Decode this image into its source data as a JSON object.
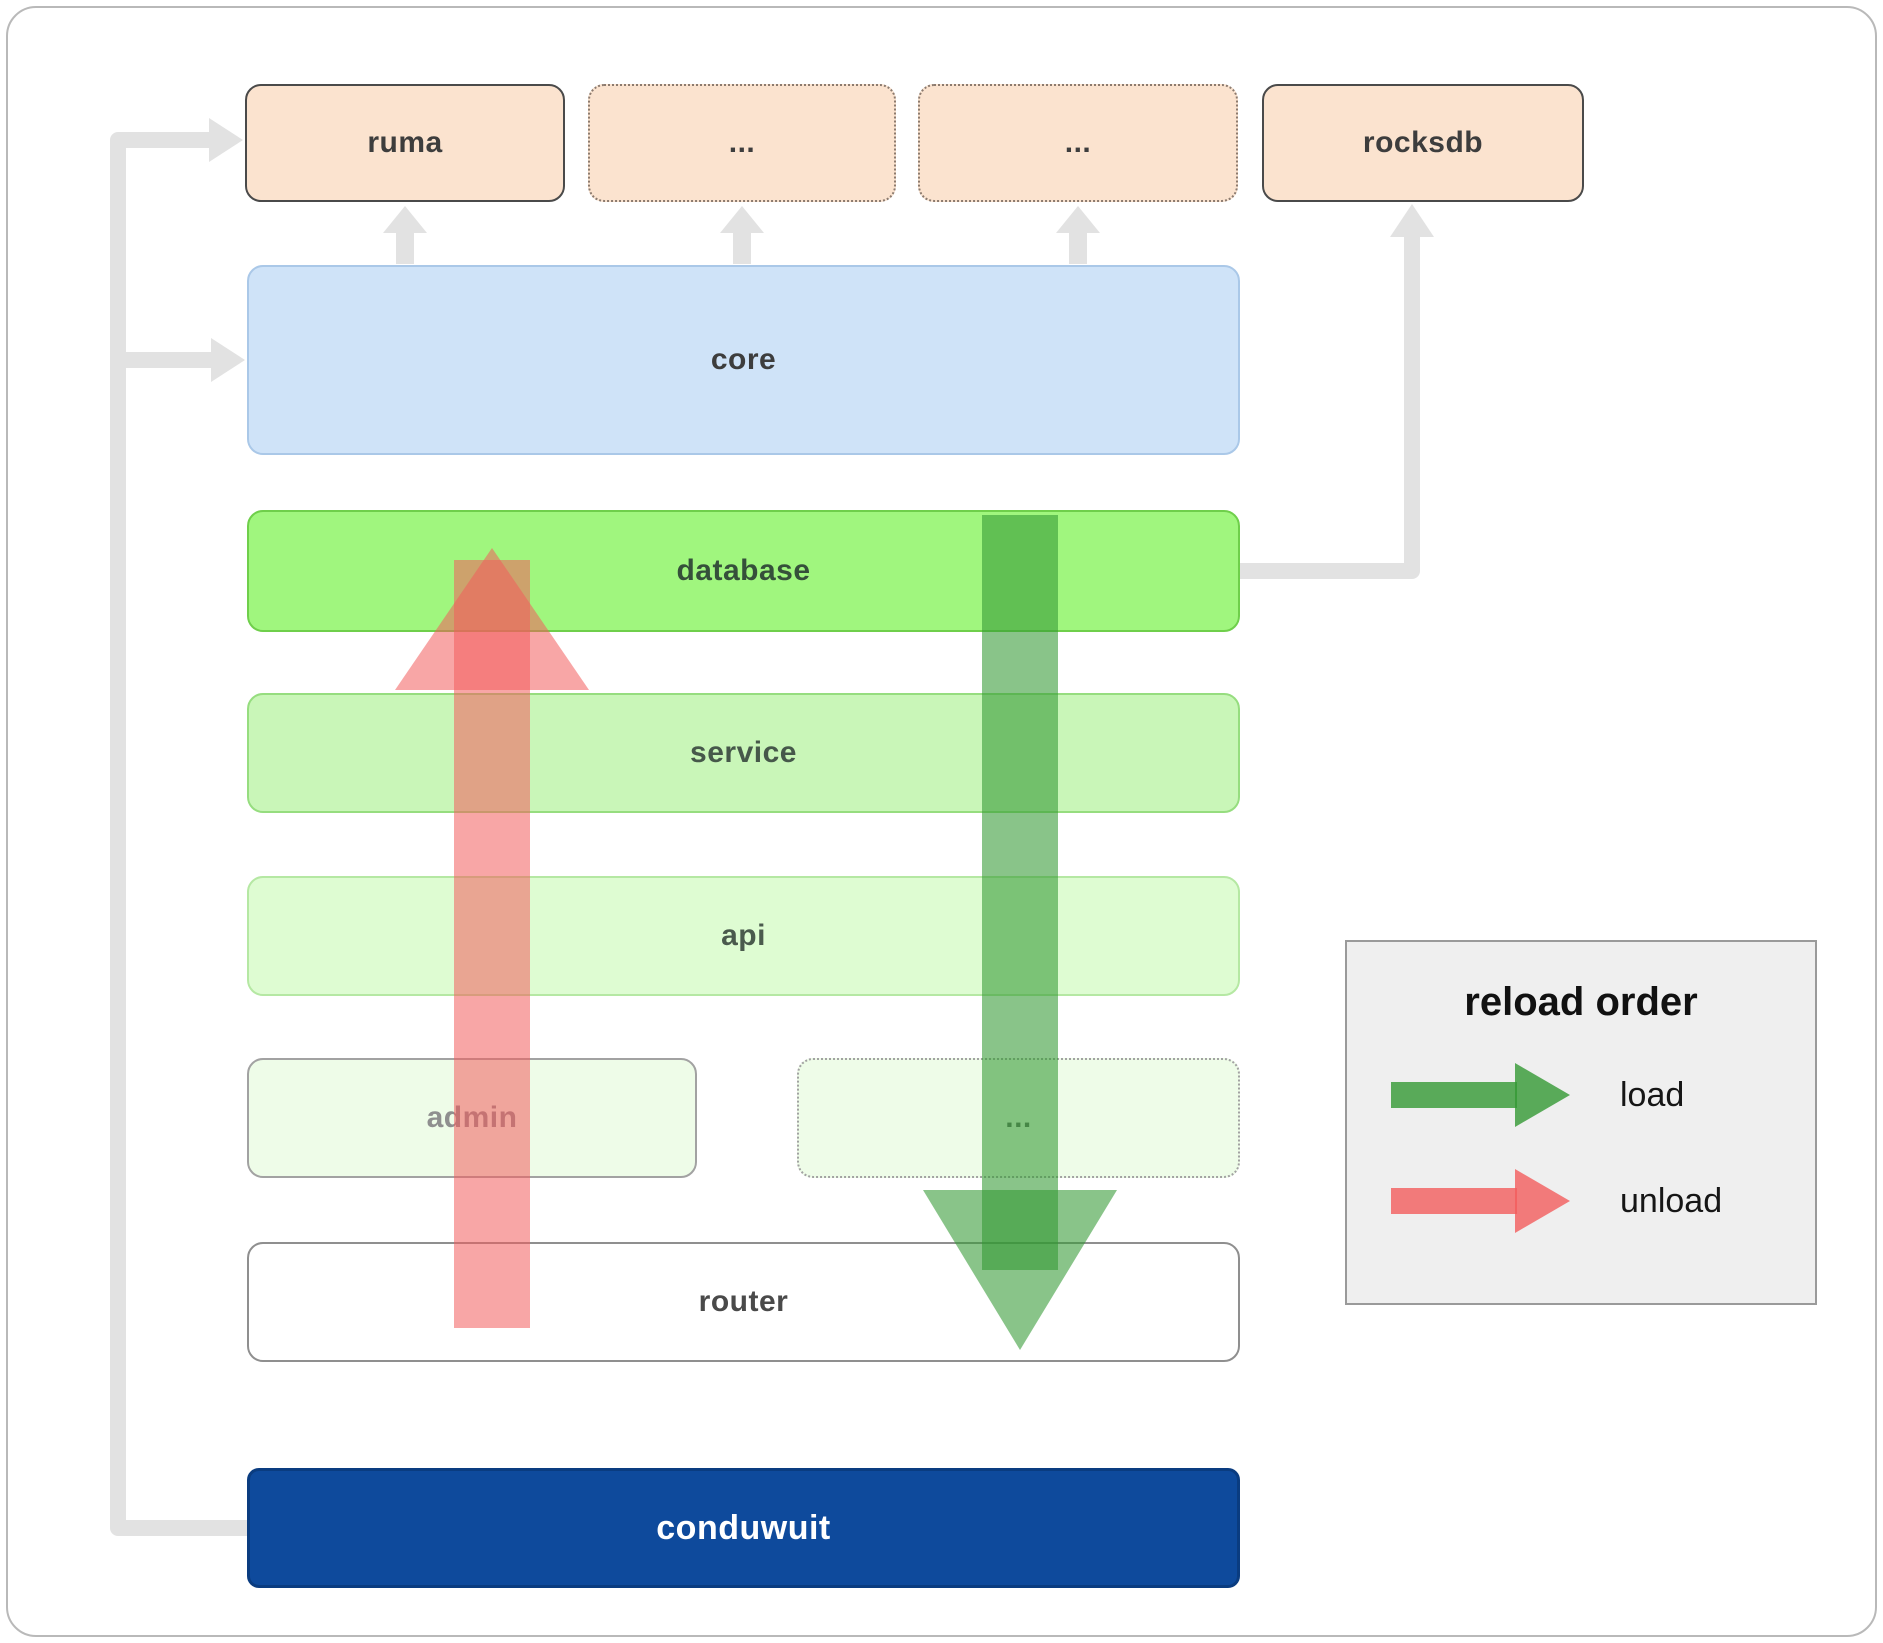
{
  "diagram": {
    "nodes": {
      "ruma": {
        "label": "ruma"
      },
      "ext1": {
        "label": "..."
      },
      "ext2": {
        "label": "..."
      },
      "rocksdb": {
        "label": "rocksdb"
      },
      "core": {
        "label": "core"
      },
      "database": {
        "label": "database"
      },
      "service": {
        "label": "service"
      },
      "api": {
        "label": "api"
      },
      "admin": {
        "label": "admin"
      },
      "more": {
        "label": "..."
      },
      "router": {
        "label": "router"
      },
      "conduwuit": {
        "label": "conduwuit"
      }
    }
  },
  "legend": {
    "title": "reload order",
    "items": [
      {
        "label": "load",
        "color": "#339933"
      },
      {
        "label": "unload",
        "color": "#f25c5c"
      }
    ]
  },
  "colors": {
    "external_fill": "#fbe3cf",
    "core_fill": "#cfe3f8",
    "database_fill": "#a0f67e",
    "service_fill": "#c9f6b8",
    "api_fill": "#defcd2",
    "admin_fill": "#eefce8",
    "conduwuit_fill": "#0e4a9c",
    "load_arrow": "#339933",
    "unload_arrow": "#f25c5c",
    "connector": "#e2e2e2"
  }
}
